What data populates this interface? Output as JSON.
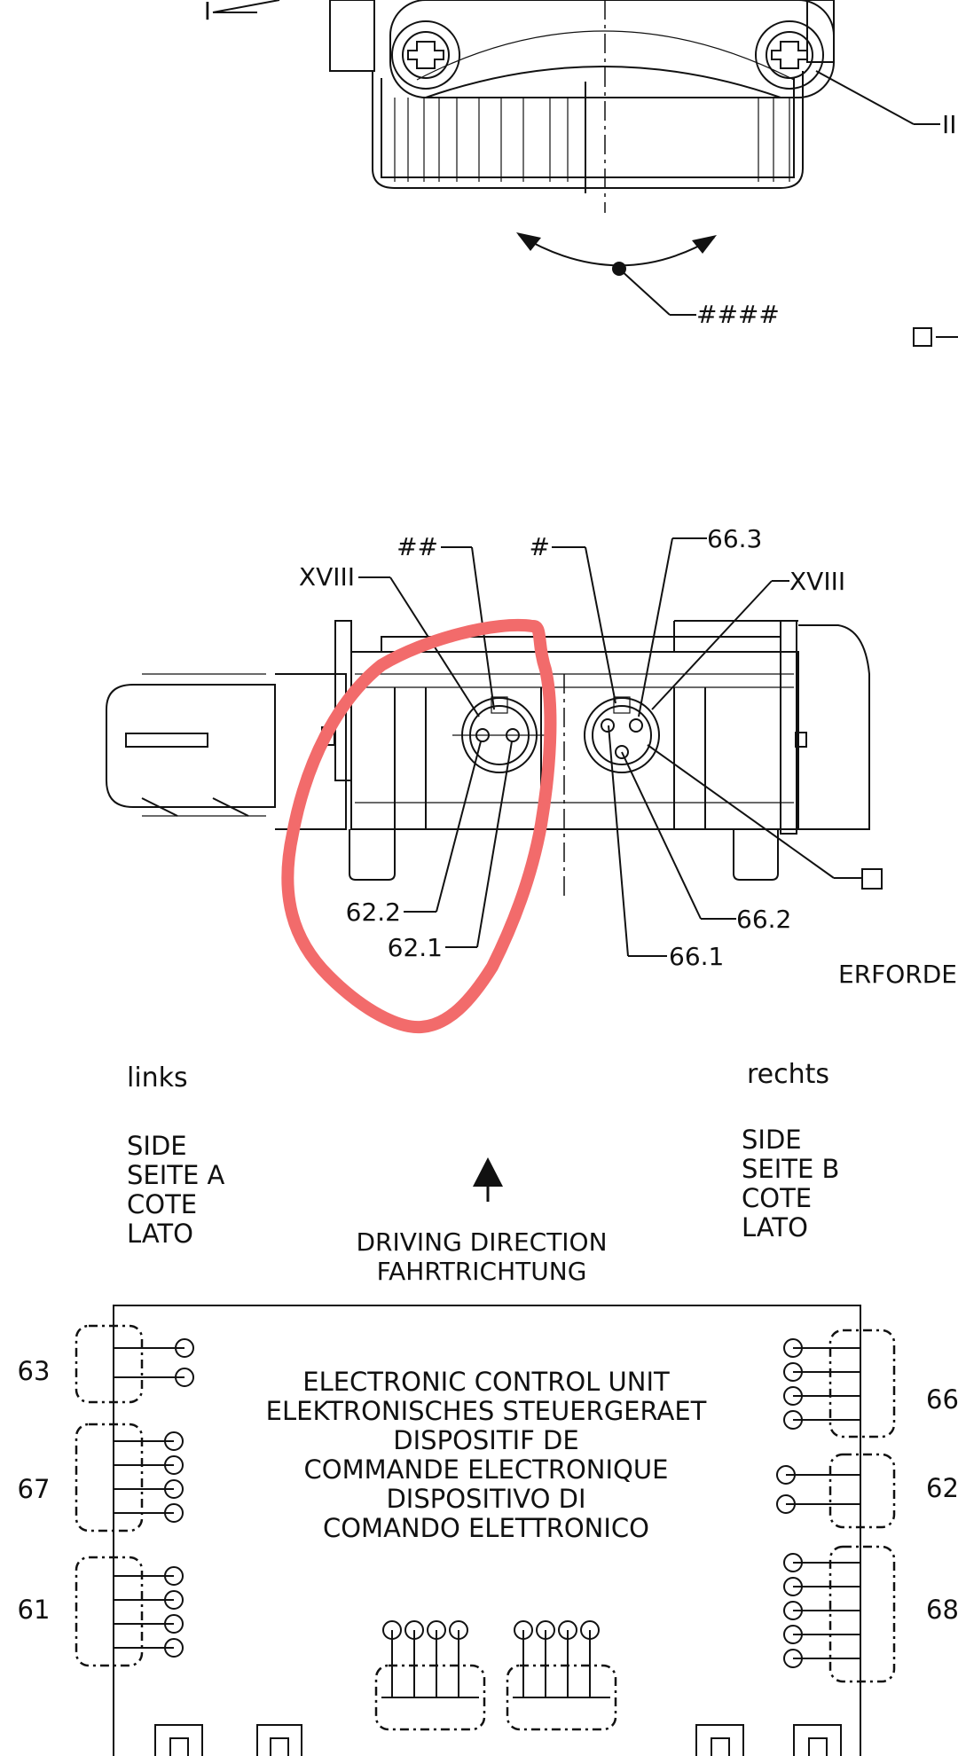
{
  "top_view": {
    "label_i": "I",
    "label_ii": "II",
    "rotation_label": "####",
    "square_marker": "□"
  },
  "connector_view": {
    "xviii_left": "XVIII",
    "hash2": "##",
    "hash1": "#",
    "pin_66_3": "66.3",
    "xviii_right": "XVIII",
    "pin_62_2": "62.2",
    "pin_62_1": "62.1",
    "pin_66_2": "66.2",
    "pin_66_1": "66.1",
    "square_marker": "□",
    "cut_text": "ERFORDERL"
  },
  "orientation": {
    "left_word": "links",
    "left_side": [
      "SIDE",
      "SEITE A",
      "COTE",
      "LATO"
    ],
    "right_word": "rechts",
    "right_side": [
      "SIDE",
      "SEITE B",
      "COTE",
      "LATO"
    ],
    "direction": [
      "DRIVING DIRECTION",
      "FAHRTRICHTUNG"
    ]
  },
  "ecu": {
    "title_lines": [
      "ELECTRONIC CONTROL UNIT",
      "ELEKTRONISCHES STEUERGERAET",
      "DISPOSITIF DE",
      "COMMANDE ELECTRONIQUE",
      "DISPOSITIVO DI",
      "COMANDO ELETTRONICO"
    ],
    "connectors_left": [
      "63",
      "67",
      "61"
    ],
    "connectors_right": [
      "66",
      "62",
      "68"
    ]
  },
  "annotation": {
    "highlight_color": "#f26b6b"
  }
}
